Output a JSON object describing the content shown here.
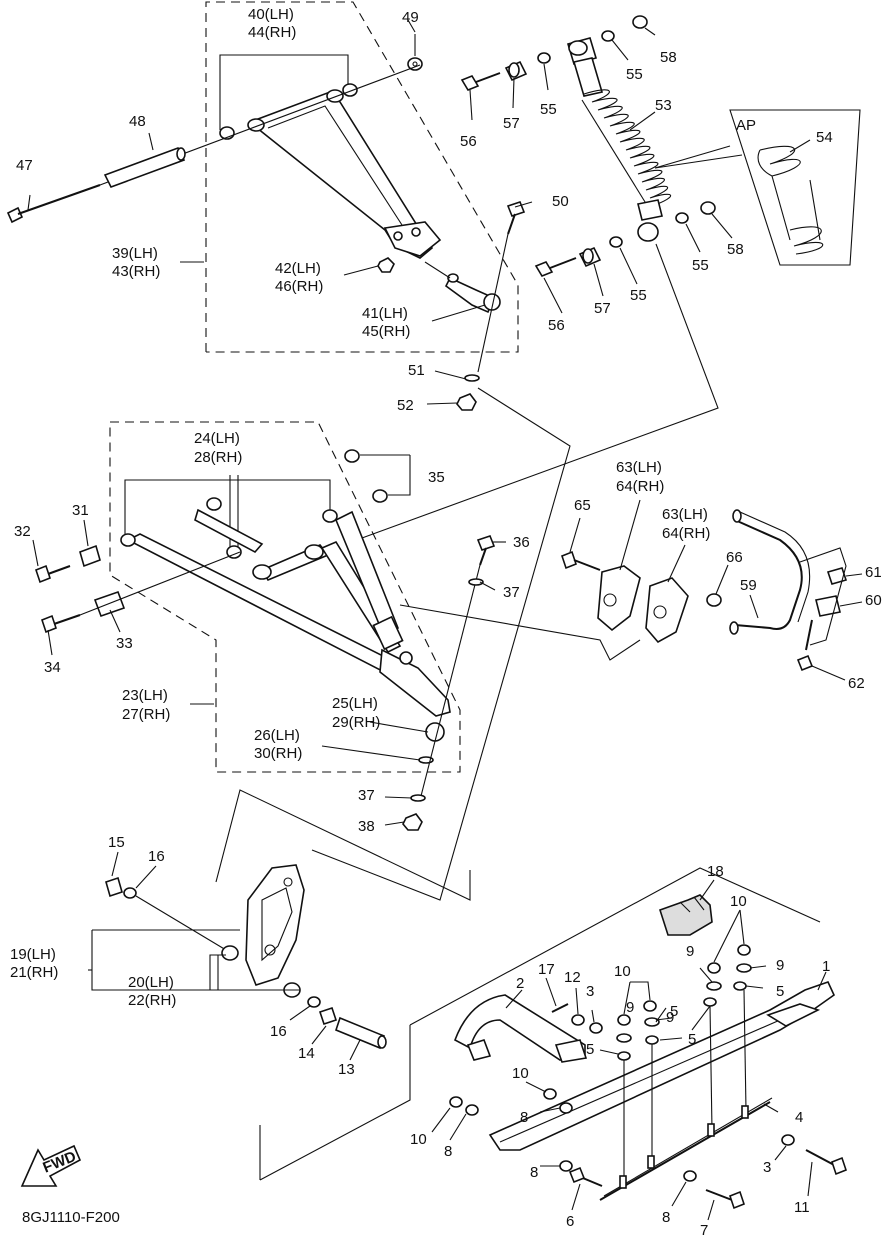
{
  "drawing_code": "8GJ1110-F200",
  "fwd_label": "FWD",
  "detail_label": "AP",
  "callouts": {
    "c1": "1",
    "c2": "2",
    "c3a": "3",
    "c3b": "3",
    "c4": "4",
    "c5a": "5",
    "c5b": "5",
    "c5c": "5",
    "c5d": "5",
    "c6": "6",
    "c7": "7",
    "c8a": "8",
    "c8b": "8",
    "c8c": "8",
    "c8d": "8",
    "c9a": "9",
    "c9b": "9",
    "c9c": "9",
    "c9d": "9",
    "c10a": "10",
    "c10b": "10",
    "c10c": "10",
    "c10d": "10",
    "c11": "11",
    "c12": "12",
    "c13": "13",
    "c14": "14",
    "c15": "15",
    "c16a": "16",
    "c16b": "16",
    "c17": "17",
    "c18": "18",
    "c19": "19(LH)",
    "c21": "21(RH)",
    "c20": "20(LH)",
    "c22": "22(RH)",
    "c23": "23(LH)",
    "c27": "27(RH)",
    "c24": "24(LH)",
    "c28": "28(RH)",
    "c25": "25(LH)",
    "c29": "29(RH)",
    "c26": "26(LH)",
    "c30": "30(RH)",
    "c31": "31",
    "c32": "32",
    "c33": "33",
    "c34": "34",
    "c35": "35",
    "c36": "36",
    "c37a": "37",
    "c37b": "37",
    "c38": "38",
    "c39": "39(LH)",
    "c43": "43(RH)",
    "c40": "40(LH)",
    "c44": "44(RH)",
    "c41": "41(LH)",
    "c45": "45(RH)",
    "c42": "42(LH)",
    "c46": "46(RH)",
    "c47": "47",
    "c48": "48",
    "c49": "49",
    "c50": "50",
    "c51": "51",
    "c52": "52",
    "c53": "53",
    "c54": "54",
    "c55a": "55",
    "c55b": "55",
    "c55c": "55",
    "c55d": "55",
    "c56a": "56",
    "c56b": "56",
    "c57a": "57",
    "c57b": "57",
    "c58a": "58",
    "c58b": "58",
    "c59": "59",
    "c60": "60",
    "c61": "61",
    "c62": "62",
    "c63a": "63(LH)",
    "c64a": "64(RH)",
    "c63b": "63(LH)",
    "c64b": "64(RH)",
    "c65": "65",
    "c66": "66"
  }
}
